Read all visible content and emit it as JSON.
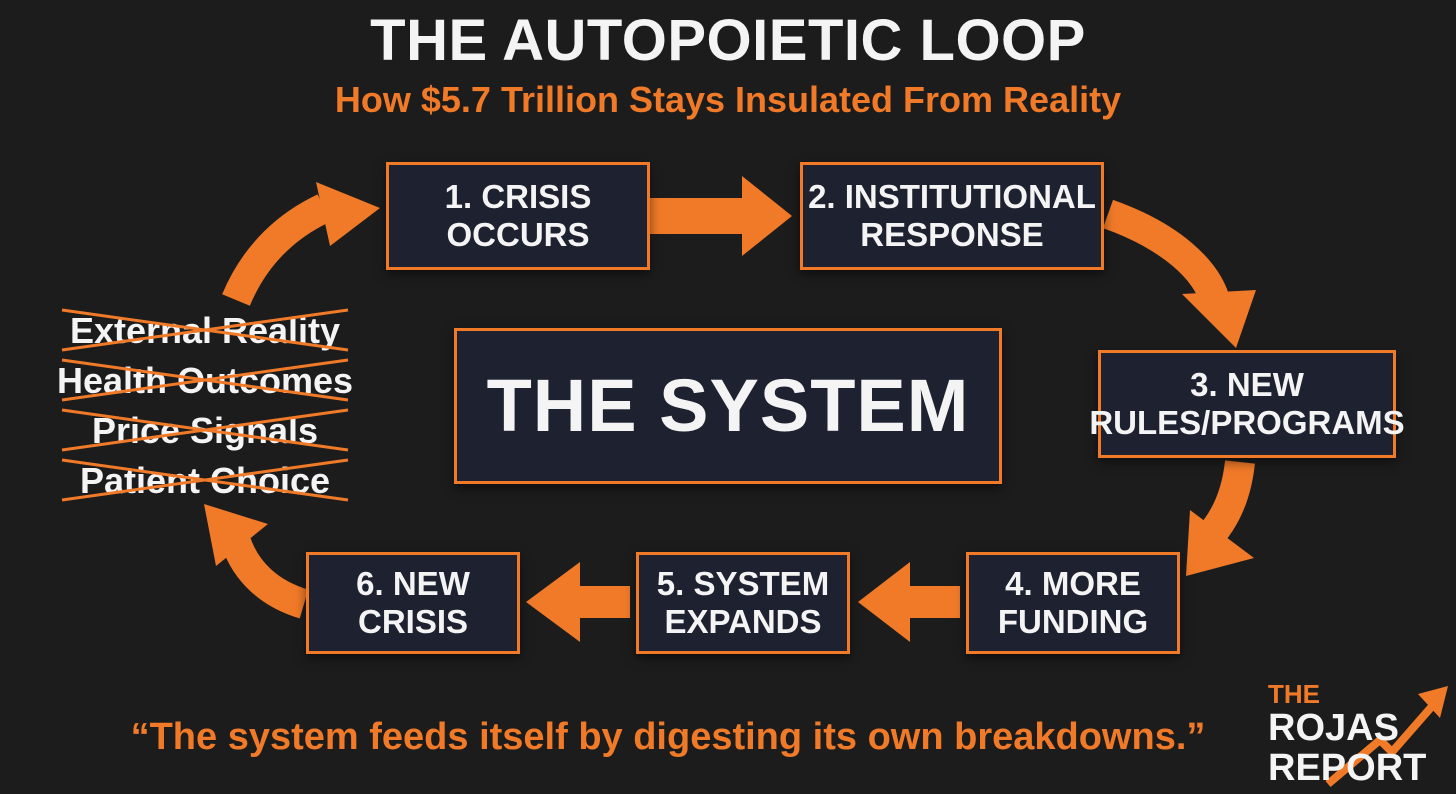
{
  "title": "THE AUTOPOIETIC LOOP",
  "subtitle": "How $5.7 Trillion Stays Insulated From Reality",
  "center": "THE SYSTEM",
  "steps": [
    "1. CRISIS\nOCCURS",
    "2. INSTITUTIONAL\nRESPONSE",
    "3. NEW\nRULES/PROGRAMS",
    "4. MORE\nFUNDING",
    "5. SYSTEM\nEXPANDS",
    "6. NEW\nCRISIS"
  ],
  "crossed_out": [
    "External Reality",
    "Health Outcomes",
    "Price Signals",
    "Patient Choice"
  ],
  "quote": "“The system feeds itself by digesting its own breakdowns.”",
  "logo": {
    "line1": "THE",
    "line2": "ROJAS",
    "line3": "REPORT"
  },
  "colors": {
    "accent": "#f07a28",
    "background": "#1c1c1c",
    "box_fill": "#1e2230",
    "text": "#f4f4f4"
  }
}
